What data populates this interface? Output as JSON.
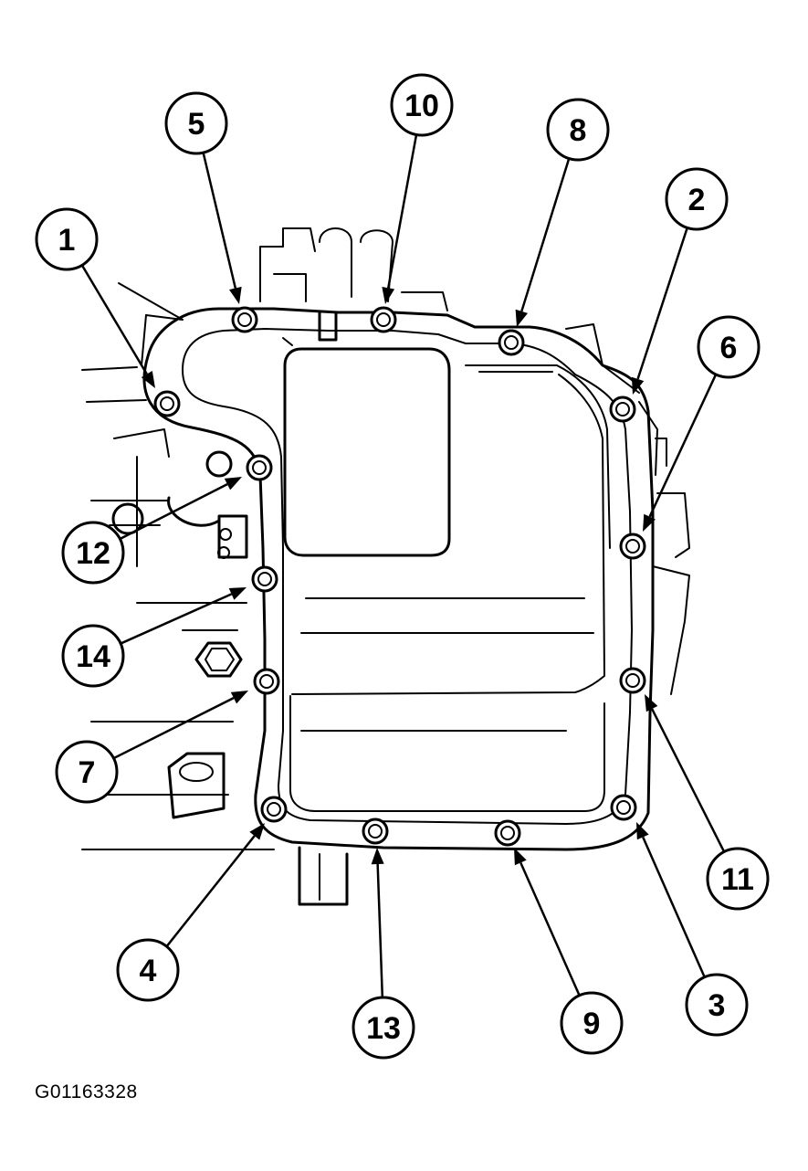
{
  "figure_id": "G01163328",
  "callouts": [
    {
      "label": "1"
    },
    {
      "label": "2"
    },
    {
      "label": "3"
    },
    {
      "label": "4"
    },
    {
      "label": "5"
    },
    {
      "label": "6"
    },
    {
      "label": "7"
    },
    {
      "label": "8"
    },
    {
      "label": "9"
    },
    {
      "label": "10"
    },
    {
      "label": "11"
    },
    {
      "label": "12"
    },
    {
      "label": "13"
    },
    {
      "label": "14"
    }
  ],
  "colors": {
    "ink": "#000000",
    "paper": "#ffffff"
  }
}
